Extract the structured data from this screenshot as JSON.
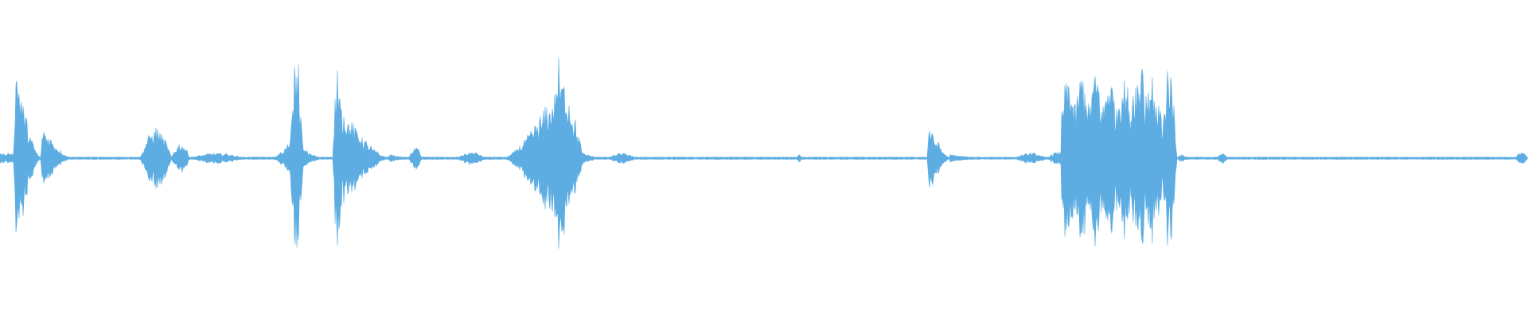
{
  "waveform": {
    "color": "#5dade2",
    "background": "#ffffff",
    "baseline_amplitude": 0.012,
    "bursts": [
      {
        "start": 0.0,
        "end": 0.012,
        "peak": 0.05,
        "shape": "flat"
      },
      {
        "start": 0.009,
        "end": 0.027,
        "peak": 0.95,
        "shape": "attack"
      },
      {
        "start": 0.027,
        "end": 0.047,
        "peak": 0.32,
        "shape": "attack"
      },
      {
        "start": 0.092,
        "end": 0.112,
        "peak": 0.3,
        "shape": "bell"
      },
      {
        "start": 0.112,
        "end": 0.124,
        "peak": 0.15,
        "shape": "bell"
      },
      {
        "start": 0.124,
        "end": 0.16,
        "peak": 0.05,
        "shape": "bell"
      },
      {
        "start": 0.178,
        "end": 0.196,
        "peak": 0.2,
        "shape": "swell"
      },
      {
        "start": 0.19,
        "end": 0.198,
        "peak": 1.0,
        "shape": "spike"
      },
      {
        "start": 0.198,
        "end": 0.215,
        "peak": 0.1,
        "shape": "decay"
      },
      {
        "start": 0.218,
        "end": 0.224,
        "peak": 0.95,
        "shape": "spike"
      },
      {
        "start": 0.22,
        "end": 0.255,
        "peak": 0.55,
        "shape": "attack"
      },
      {
        "start": 0.255,
        "end": 0.275,
        "peak": 0.04,
        "shape": "decay"
      },
      {
        "start": 0.268,
        "end": 0.276,
        "peak": 0.12,
        "shape": "bell"
      },
      {
        "start": 0.299,
        "end": 0.318,
        "peak": 0.06,
        "shape": "bell"
      },
      {
        "start": 0.33,
        "end": 0.382,
        "peak": 0.82,
        "shape": "swell"
      },
      {
        "start": 0.362,
        "end": 0.369,
        "peak": 0.95,
        "shape": "spike"
      },
      {
        "start": 0.382,
        "end": 0.398,
        "peak": 0.05,
        "shape": "decay"
      },
      {
        "start": 0.398,
        "end": 0.416,
        "peak": 0.05,
        "shape": "bell"
      },
      {
        "start": 0.521,
        "end": 0.525,
        "peak": 0.04,
        "shape": "bell"
      },
      {
        "start": 0.607,
        "end": 0.622,
        "peak": 0.35,
        "shape": "attack"
      },
      {
        "start": 0.622,
        "end": 0.65,
        "peak": 0.04,
        "shape": "decay"
      },
      {
        "start": 0.664,
        "end": 0.685,
        "peak": 0.05,
        "shape": "bell"
      },
      {
        "start": 0.685,
        "end": 0.7,
        "peak": 0.06,
        "shape": "bell"
      },
      {
        "start": 0.695,
        "end": 0.76,
        "peak": 0.85,
        "shape": "flat-jagged"
      },
      {
        "start": 0.745,
        "end": 0.75,
        "peak": 1.0,
        "shape": "spike"
      },
      {
        "start": 0.76,
        "end": 0.772,
        "peak": 0.35,
        "shape": "decay"
      },
      {
        "start": 0.76,
        "end": 0.77,
        "peak": 0.95,
        "shape": "spike"
      },
      {
        "start": 0.772,
        "end": 0.785,
        "peak": 0.04,
        "shape": "decay"
      },
      {
        "start": 0.797,
        "end": 0.803,
        "peak": 0.06,
        "shape": "bell"
      },
      {
        "start": 0.992,
        "end": 1.0,
        "peak": 0.06,
        "shape": "bell"
      }
    ]
  }
}
